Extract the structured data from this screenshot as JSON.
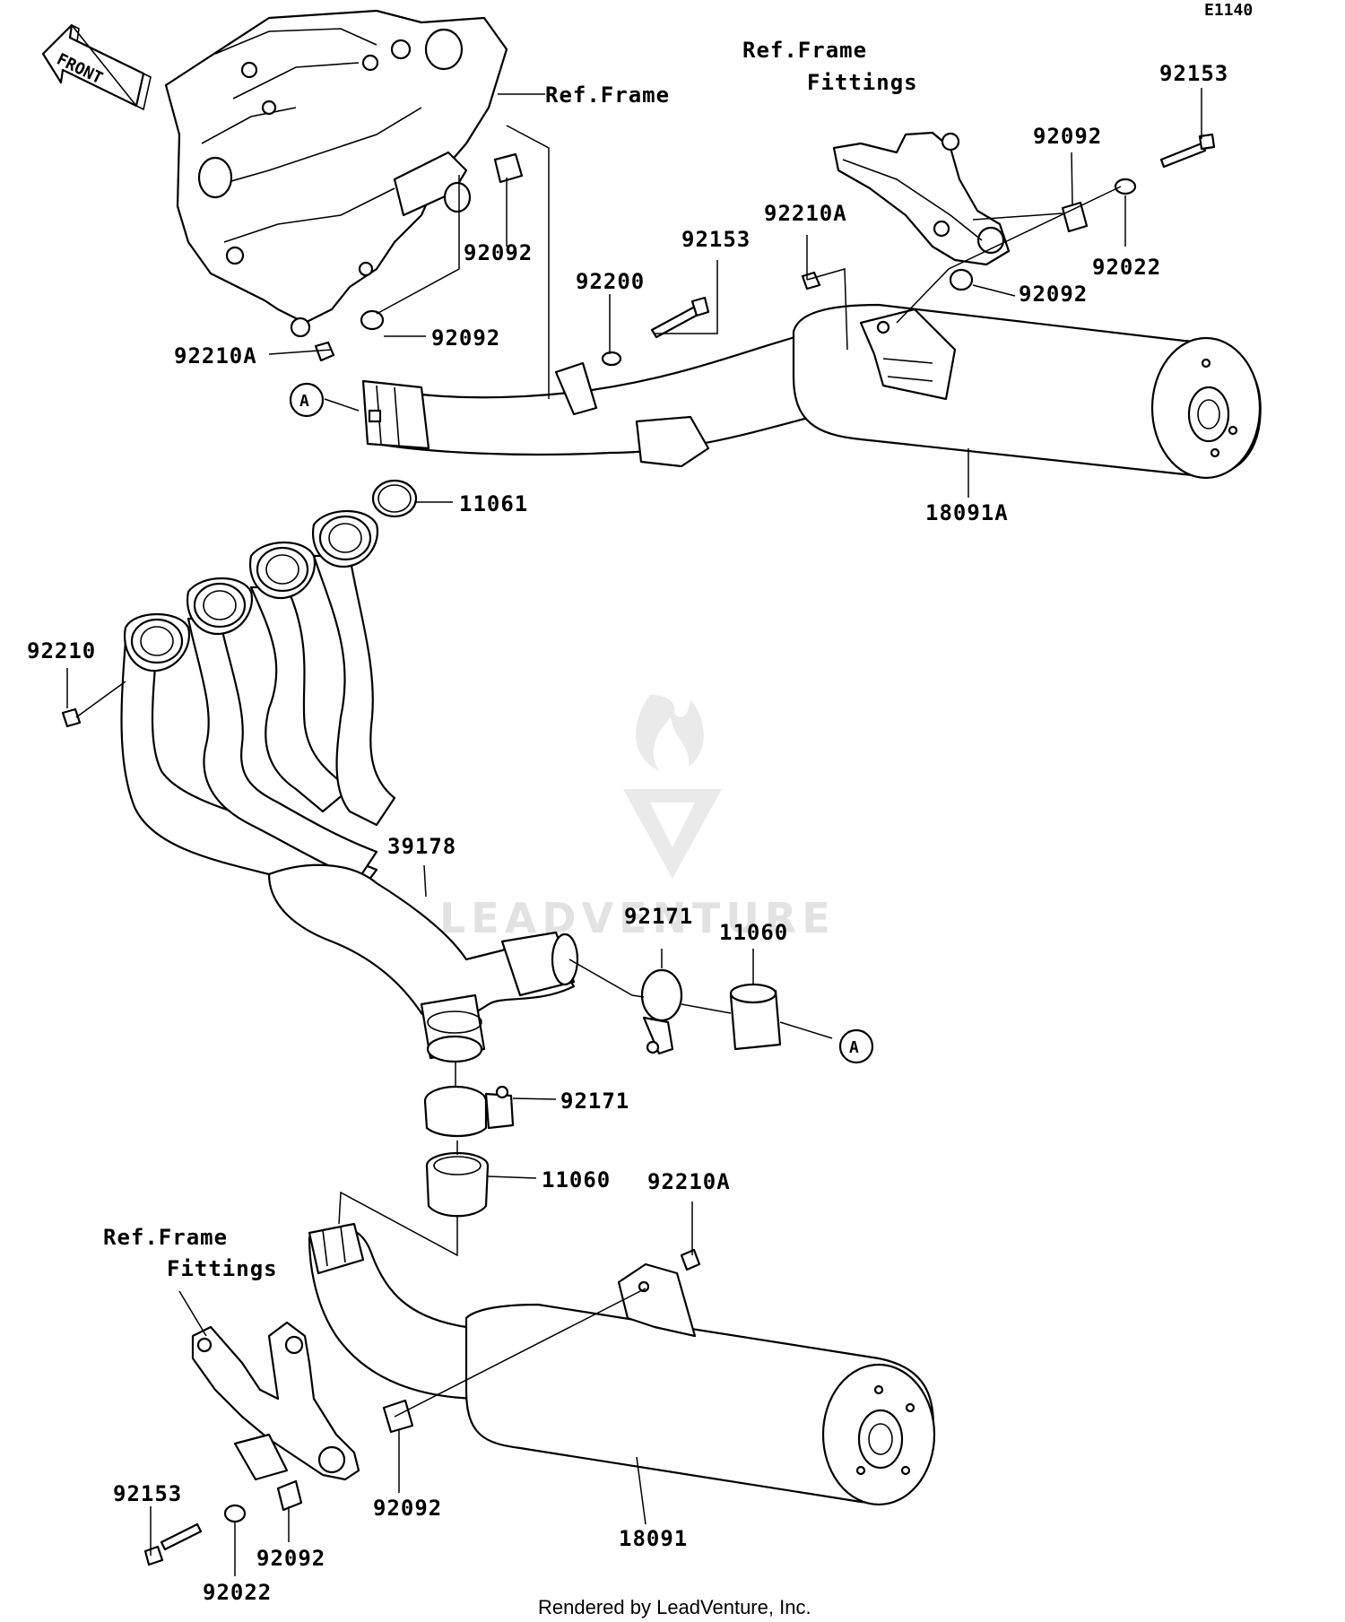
{
  "diagram_code": "E1140",
  "front_label": "FRONT",
  "callouts": {
    "ref_frame_top": "Ref.Frame",
    "ref_frame_fittings_top_1": "Ref.Frame",
    "ref_frame_fittings_top_2": "Fittings",
    "ref_frame_fittings_bottom_1": "Ref.Frame",
    "ref_frame_fittings_bottom_2": "Fittings"
  },
  "part_numbers": {
    "bolt_top_right": "92153",
    "damper_top_right": "92092",
    "washer_top_right": "92022",
    "nut_top_center": "92210A",
    "damper_top_right_lower": "92092",
    "bolt_top_center": "92153",
    "washer_top_center": "92200",
    "damper_frame": "92092",
    "damper_frame_lower": "92092",
    "nut_frame": "92210A",
    "muffler_upper": "18091A",
    "gasket_top": "11061",
    "nut_header": "92210",
    "header_pipe": "39178",
    "clamp_right": "92171",
    "gasket_right": "11060",
    "clamp_center": "92171",
    "gasket_center": "11060",
    "nut_lower_muffler": "92210A",
    "damper_lower": "92092",
    "muffler_lower": "18091",
    "bolt_bottom_left": "92153",
    "damper_bottom_left": "92092",
    "washer_bottom_left": "92022"
  },
  "connector_mark": "A",
  "footer": "Rendered by LeadVenture, Inc.",
  "watermark": "LEADVENTURE"
}
